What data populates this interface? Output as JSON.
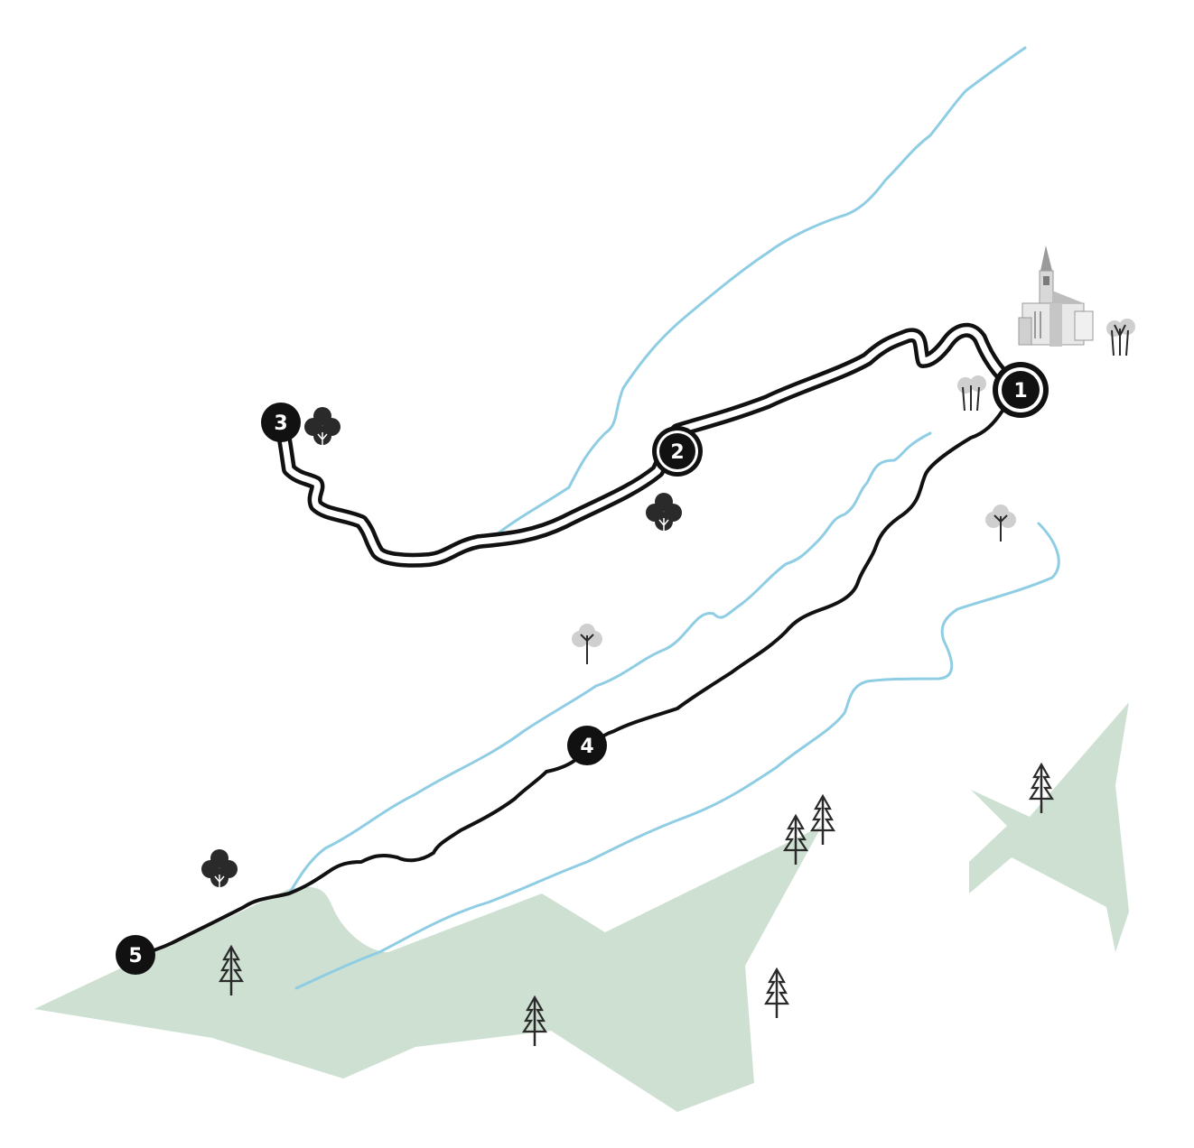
{
  "colors": {
    "forest": "#cde0d2",
    "river": "#8ecde3",
    "route": "#111111",
    "marker_fill": "#111111",
    "marker_text": "#ffffff",
    "tree_dark": "#2a2a2a",
    "tree_light": "#cfcfcf",
    "church": "#d8d8d8"
  },
  "stops": [
    {
      "id": "1",
      "label": "1"
    },
    {
      "id": "2",
      "label": "2"
    },
    {
      "id": "3",
      "label": "3"
    },
    {
      "id": "4",
      "label": "4"
    },
    {
      "id": "5",
      "label": "5"
    }
  ],
  "icons": [
    "church-icon",
    "deciduous-tree-icon",
    "bare-tree-icon",
    "pine-tree-icon"
  ]
}
